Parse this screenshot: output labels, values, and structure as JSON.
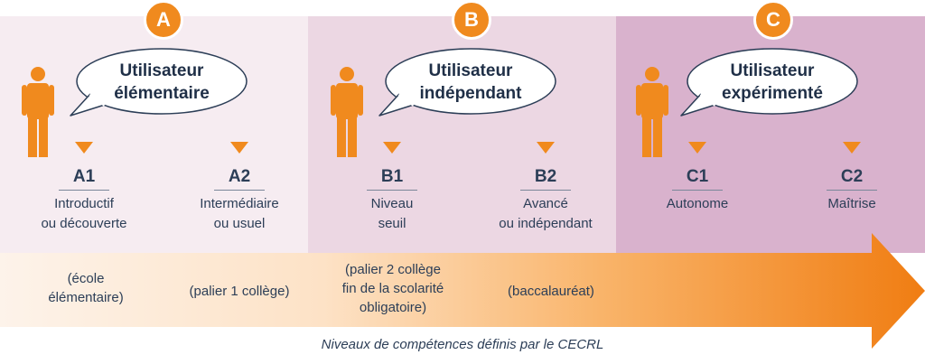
{
  "colors": {
    "accent": "#f08a1e",
    "panel_a": "#f6ecf1",
    "panel_b": "#ecd7e3",
    "panel_c": "#d9b2cd",
    "text": "#2c3e57"
  },
  "groups": [
    {
      "letter": "A",
      "user_line1": "Utilisateur",
      "user_line2": "élémentaire",
      "levels": [
        {
          "code": "A1",
          "line1": "Introductif",
          "line2": "ou découverte"
        },
        {
          "code": "A2",
          "line1": "Intermédiaire",
          "line2": "ou usuel"
        }
      ]
    },
    {
      "letter": "B",
      "user_line1": "Utilisateur",
      "user_line2": "indépendant",
      "levels": [
        {
          "code": "B1",
          "line1": "Niveau",
          "line2": "seuil"
        },
        {
          "code": "B2",
          "line1": "Avancé",
          "line2": "ou indépendant"
        }
      ]
    },
    {
      "letter": "C",
      "user_line1": "Utilisateur",
      "user_line2": "expérimenté",
      "levels": [
        {
          "code": "C1",
          "line1": "Autonome",
          "line2": ""
        },
        {
          "code": "C2",
          "line1": "Maîtrise",
          "line2": ""
        }
      ]
    }
  ],
  "schooling": [
    {
      "line1": "(école",
      "line2": "élémentaire)",
      "line3": ""
    },
    {
      "line1": "(palier 1 collège)",
      "line2": "",
      "line3": ""
    },
    {
      "line1": "(palier 2 collège",
      "line2": "fin de la scolarité",
      "line3": "obligatoire)"
    },
    {
      "line1": "(baccalauréat)",
      "line2": "",
      "line3": ""
    }
  ],
  "caption": "Niveaux de compétences définis par le CECRL"
}
